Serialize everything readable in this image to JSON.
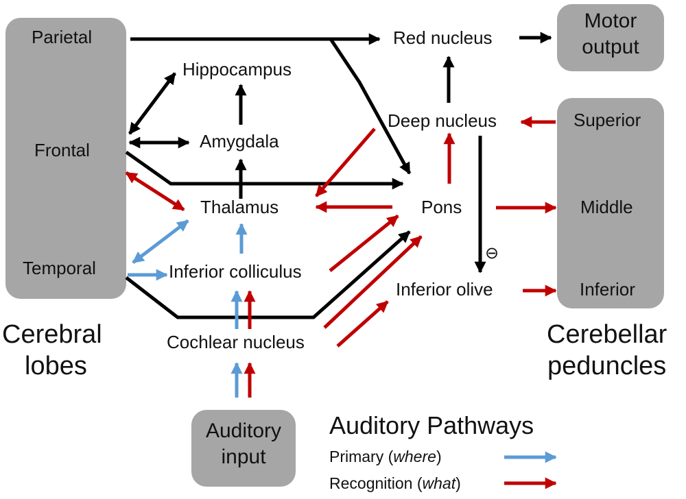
{
  "colors": {
    "box": "#a6a6a6",
    "black": "#000000",
    "red": "#c00000",
    "blue": "#5b9bd5"
  },
  "cerebral": {
    "parietal": "Parietal",
    "frontal": "Frontal",
    "temporal": "Temporal",
    "caption_line1": "Cerebral",
    "caption_line2": "lobes"
  },
  "nodes": {
    "red_nucleus": "Red nucleus",
    "hippocampus": "Hippocampus",
    "amygdala": "Amygdala",
    "thalamus": "Thalamus",
    "inferior_colliculus": "Inferior colliculus",
    "cochlear_nucleus": "Cochlear nucleus",
    "deep_nucleus": "Deep nucleus",
    "pons": "Pons",
    "inferior_olive": "Inferior olive",
    "inhibition_sign": "⊖"
  },
  "motor": {
    "line1": "Motor",
    "line2": "output"
  },
  "peduncles": {
    "superior": "Superior",
    "middle": "Middle",
    "inferior": "Inferior",
    "caption_line1": "Cerebellar",
    "caption_line2": "peduncles"
  },
  "auditory_input": {
    "line1": "Auditory",
    "line2": "input"
  },
  "legend": {
    "title": "Auditory Pathways",
    "primary_prefix": "Primary (",
    "primary_italic": "where",
    "primary_suffix": ")",
    "recognition_prefix": "Recognition (",
    "recognition_italic": "what",
    "recognition_suffix": ")"
  }
}
